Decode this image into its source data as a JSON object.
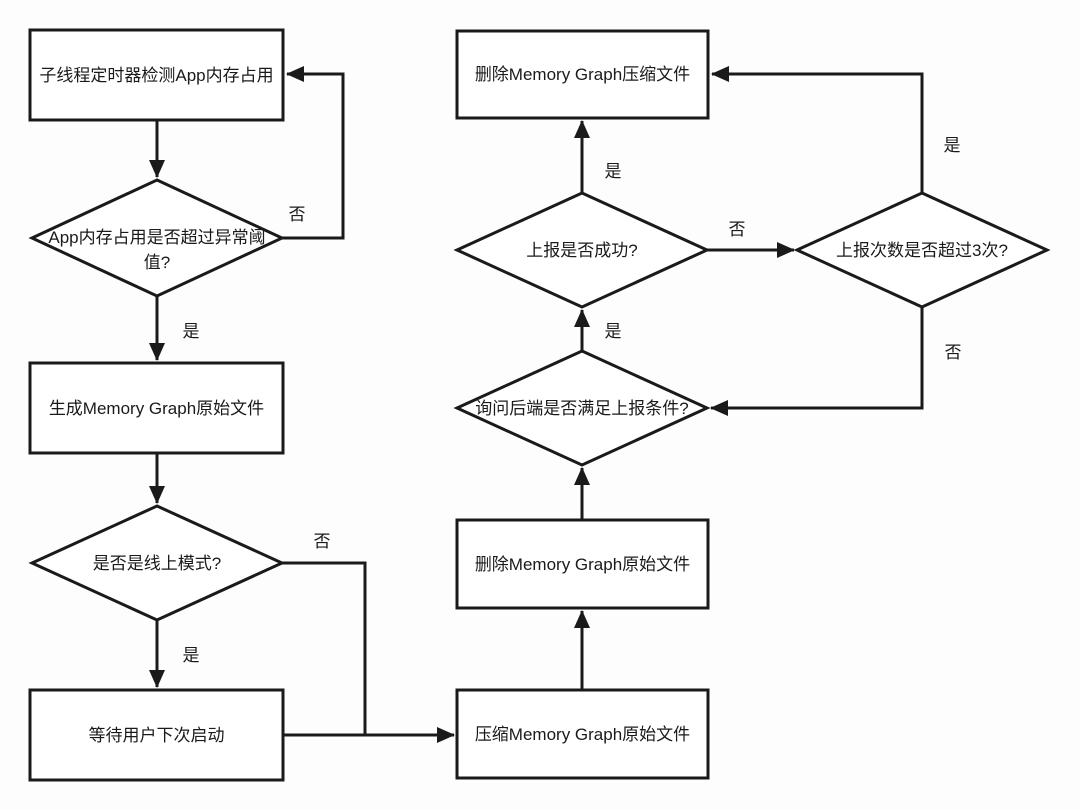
{
  "diagram": {
    "colors": {
      "stroke": "#1a1a1a",
      "shape_fill": "#ffffff",
      "background": "#fdfdfd"
    },
    "nodes": {
      "detect": {
        "label": "子线程定时器检测App内存占用"
      },
      "threshold": {
        "line1": "App内存占用是否超过异常阈",
        "line2": "值?"
      },
      "generate": {
        "label": "生成Memory Graph原始文件"
      },
      "online": {
        "label": "是否是线上模式?"
      },
      "wait": {
        "label": "等待用户下次启动"
      },
      "compress": {
        "label": "压缩Memory Graph原始文件"
      },
      "delete_raw": {
        "label": "删除Memory Graph原始文件"
      },
      "backend": {
        "label": "询问后端是否满足上报条件?"
      },
      "upload": {
        "label": "上报是否成功?"
      },
      "retry": {
        "label": "上报次数是否超过3次?"
      },
      "delete_zip": {
        "label": "删除Memory Graph压缩文件"
      }
    },
    "edge_labels": {
      "threshold_no": "否",
      "threshold_yes": "是",
      "online_no": "否",
      "online_yes": "是",
      "backend_yes": "是",
      "upload_yes": "是",
      "upload_no": "否",
      "retry_yes": "是",
      "retry_no": "否"
    }
  }
}
